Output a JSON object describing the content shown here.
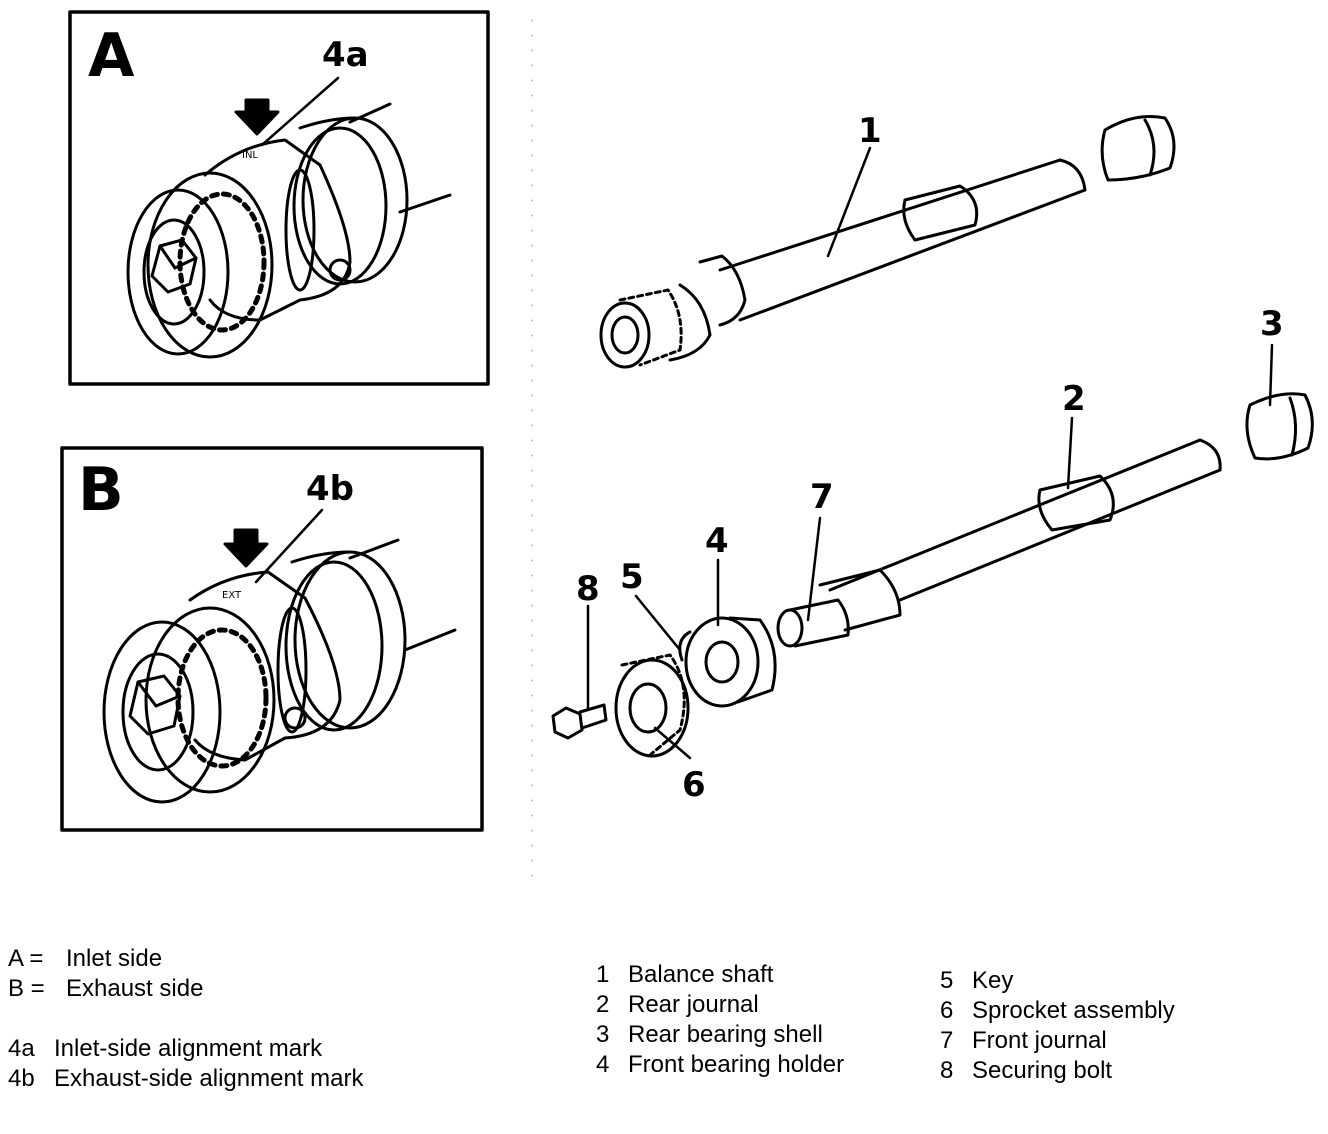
{
  "insets": [
    {
      "letter": "A",
      "mark": "4a"
    },
    {
      "letter": "B",
      "mark": "4b"
    }
  ],
  "callouts": [
    "1",
    "2",
    "3",
    "4",
    "5",
    "6",
    "7",
    "8"
  ],
  "legend": {
    "sides": [
      {
        "key": "A =",
        "text": "Inlet side"
      },
      {
        "key": "B =",
        "text": "Exhaust side"
      }
    ],
    "marks": [
      {
        "key": "4a",
        "text": "Inlet-side alignment mark"
      },
      {
        "key": "4b",
        "text": "Exhaust-side alignment mark"
      }
    ],
    "parts_col1": [
      {
        "key": "1",
        "text": "Balance shaft"
      },
      {
        "key": "2",
        "text": "Rear journal"
      },
      {
        "key": "3",
        "text": "Rear bearing shell"
      },
      {
        "key": "4",
        "text": "Front bearing holder"
      }
    ],
    "parts_col2": [
      {
        "key": "5",
        "text": "Key"
      },
      {
        "key": "6",
        "text": "Sprocket assembly"
      },
      {
        "key": "7",
        "text": "Front journal"
      },
      {
        "key": "8",
        "text": "Securing bolt"
      }
    ]
  }
}
